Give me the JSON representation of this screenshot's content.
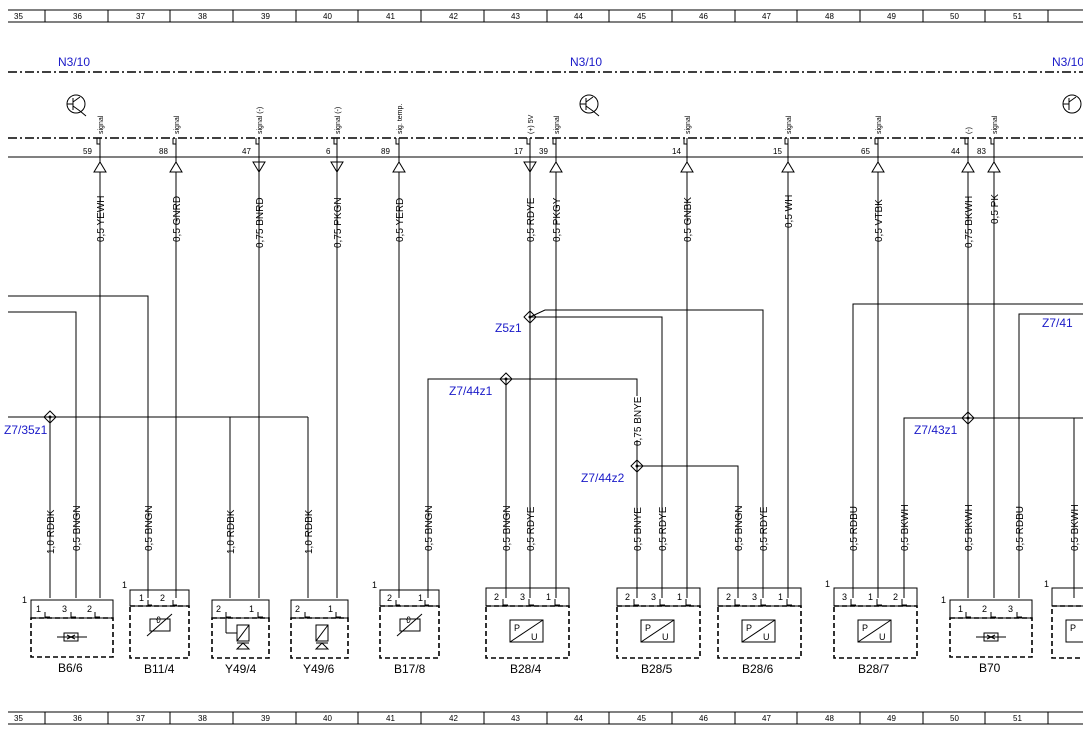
{
  "columns": [
    "35",
    "36",
    "37",
    "38",
    "39",
    "40",
    "41",
    "42",
    "43",
    "44",
    "45",
    "46",
    "47",
    "48",
    "49",
    "50",
    "51"
  ],
  "module_labels": [
    "N3/10",
    "N3/10",
    "N3/10"
  ],
  "pins": [
    {
      "num": "59",
      "label": "signal",
      "dir": "up"
    },
    {
      "num": "88",
      "label": "signal",
      "dir": "up"
    },
    {
      "num": "47",
      "label": "signal (-)",
      "dir": "down"
    },
    {
      "num": "6",
      "label": "signal (-)",
      "dir": "down"
    },
    {
      "num": "89",
      "label": "sig. temp.",
      "dir": "up"
    },
    {
      "num": "17",
      "label": "(+) 5V",
      "dir": "down"
    },
    {
      "num": "39",
      "label": "signal",
      "dir": "up"
    },
    {
      "num": "14",
      "label": "signal",
      "dir": "up"
    },
    {
      "num": "15",
      "label": "signal",
      "dir": "up"
    },
    {
      "num": "65",
      "label": "signal",
      "dir": "up"
    },
    {
      "num": "44",
      "label": "(-)",
      "dir": "up"
    },
    {
      "num": "83",
      "label": "signal",
      "dir": "up"
    }
  ],
  "upper_wires": [
    "0,5 YEWH",
    "0,5 GNRD",
    "0,75 BNRD",
    "0,75 PKGN",
    "0,5 YERD",
    "0,5 RDYE",
    "0,5 PKGY",
    "0,5 GNBK",
    "0,5 WH",
    "0,5 VTBK",
    "0,75 BKWH",
    "0,5 PK"
  ],
  "splices": [
    "Z7/35z1",
    "Z7/44z1",
    "Z5z1",
    "Z7/44z2",
    "Z7/43z1",
    "Z7/41"
  ],
  "mid_wire": "0,75 BNYE",
  "lower_wires": [
    "1,0 RDBK",
    "0,5 BNGN",
    "0,5 BNGN",
    "1,0 RDBK",
    "1,0 RDBK",
    "0,5 BNGN",
    "0,5 BNGN",
    "0,5 RDYE",
    "0,5 BNYE",
    "0,5 RDYE",
    "0,5 BNGN",
    "0,5 RDYE",
    "0,5 RDBU",
    "0,5 BKWH",
    "0,5 BKWH",
    "0,5 RDBU",
    "0,5 BKWH"
  ],
  "components": [
    {
      "name": "B6/6",
      "corner": "1",
      "pins": [
        "1",
        "3",
        "2"
      ],
      "symbol": "hall"
    },
    {
      "name": "B11/4",
      "corner": "1",
      "pins": [
        "1",
        "2"
      ],
      "symbol": "temp"
    },
    {
      "name": "Y49/4",
      "corner": "",
      "pins": [
        "2",
        "1"
      ],
      "symbol": "valve"
    },
    {
      "name": "Y49/6",
      "corner": "",
      "pins": [
        "2",
        "1"
      ],
      "symbol": "valve"
    },
    {
      "name": "B17/8",
      "corner": "1",
      "pins": [
        "2",
        "1"
      ],
      "symbol": "temp"
    },
    {
      "name": "B28/4",
      "corner": "",
      "pins": [
        "2",
        "3",
        "1"
      ],
      "symbol": "pu"
    },
    {
      "name": "B28/5",
      "corner": "",
      "pins": [
        "2",
        "3",
        "1"
      ],
      "symbol": "pu"
    },
    {
      "name": "B28/6",
      "corner": "",
      "pins": [
        "2",
        "3",
        "1"
      ],
      "symbol": "pu"
    },
    {
      "name": "B28/7",
      "corner": "1",
      "pins": [
        "3",
        "1",
        "2"
      ],
      "symbol": "pu"
    },
    {
      "name": "B70",
      "corner": "1",
      "pins": [
        "1",
        "2",
        "3"
      ],
      "symbol": "hall"
    },
    {
      "name": "",
      "corner": "1",
      "pins": [],
      "symbol": "pu"
    }
  ],
  "symbol_text": {
    "p": "P",
    "u": "U",
    "theta": "ϑ"
  },
  "colors": {
    "line": "#000000",
    "label_blue": "#1a1ac8",
    "background": "#ffffff"
  }
}
